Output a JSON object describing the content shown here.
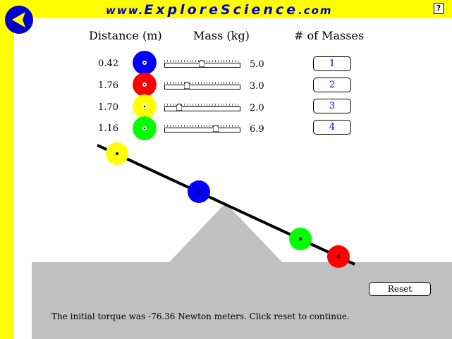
{
  "header": {
    "site_prefix": "www.",
    "site_name": "ExploreScience",
    "site_suffix": ".com",
    "help_label": "?"
  },
  "columns": {
    "distance": "Distance (m)",
    "mass": "Mass (kg)",
    "num_masses": "# of Masses"
  },
  "masses": [
    {
      "distance": "0.42",
      "mass": "5.0",
      "mass_value": 5.0,
      "button": "1",
      "color": "#0000ff"
    },
    {
      "distance": "1.76",
      "mass": "3.0",
      "mass_value": 3.0,
      "button": "2",
      "color": "#ff0000"
    },
    {
      "distance": "1.70",
      "mass": "2.0",
      "mass_value": 2.0,
      "button": "3",
      "color": "#ffff00"
    },
    {
      "distance": "1.16",
      "mass": "6.9",
      "mass_value": 6.9,
      "button": "4",
      "color": "#00ff00"
    }
  ],
  "slider_range_kg": [
    0,
    10
  ],
  "reset_label": "Reset",
  "status": "The initial torque was -76.36 Newton meters. Click reset to continue.",
  "colors": {
    "frame": "#ffff00",
    "ground": "#c0c0c0",
    "title": "#0000cc",
    "button_text": "#0000cc"
  },
  "icons": [
    "back-arrow-icon",
    "help-icon"
  ]
}
